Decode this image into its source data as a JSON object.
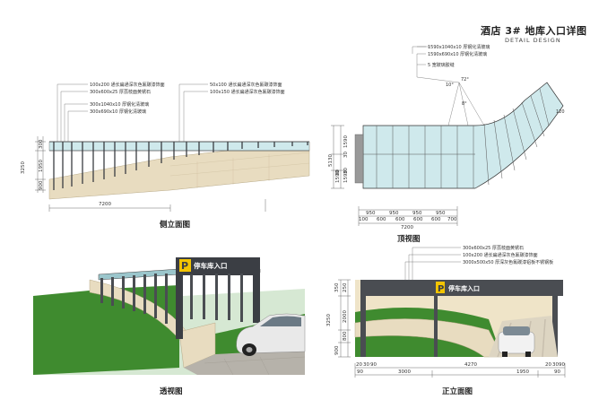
{
  "title": {
    "main": "酒店 3# 地库入口详图",
    "sub": "DETAIL DESIGN"
  },
  "captions": {
    "side": "侧立面图",
    "top": "顶视图",
    "perspective": "透视图",
    "front": "正立面图"
  },
  "side_notes": {
    "left": [
      "100x200 通长扁通深灰色氟碳漆饰面",
      "300x600x25 厚荔枝面黄锈石",
      "300x1040x10 厚钢化清玻璃",
      "300x690x10 厚钢化清玻璃"
    ],
    "right": [
      "50x100 通长扁通深灰色氟碳漆饰面",
      "100x150 通长扁通深灰色氟碳漆饰面"
    ]
  },
  "side_dims": {
    "vertical": [
      "300",
      "1950",
      "3250",
      "900"
    ],
    "horizontal": "7200"
  },
  "top_notes": [
    "1590x1040x10 厚钢化清玻璃",
    "1590x690x10 厚钢化清玻璃",
    "5 宽玻璃胶缝"
  ],
  "top_angles": [
    "10°",
    "72°",
    "8°"
  ],
  "top_dims": {
    "vertical": [
      "1590",
      "30",
      "5130",
      "1590",
      "30",
      "1590",
      "30"
    ],
    "top_row": [
      "950",
      "950",
      "950",
      "950"
    ],
    "bottom_row": [
      "100",
      "600",
      "600",
      "600",
      "600",
      "700"
    ],
    "total": "7200",
    "arc": "120"
  },
  "front_notes": [
    "300x600x25 厚荔枝面黄锈石",
    "100x200 通长扁通深灰色氟碳漆饰面",
    "3000x500x50 厚深灰色氟碳漆铝板不锈钢板"
  ],
  "front_dims": {
    "vertical": [
      "250",
      "350",
      "2000",
      "3250",
      "900",
      "800"
    ],
    "top_row": [
      "20",
      "30",
      "90",
      "4270",
      "20",
      "30",
      "90"
    ],
    "bottom_row": [
      "90",
      "3000",
      "1950",
      "90"
    ]
  },
  "signage": {
    "letter": "P",
    "text": "停车库入口"
  },
  "colors": {
    "steel": "#4a4d52",
    "stone": "#e8dcc0",
    "glass": "#bfe3e8",
    "grass": "#3f8b2f",
    "sign_bg": "#3b3e44",
    "sign_p": "#f3c400"
  }
}
